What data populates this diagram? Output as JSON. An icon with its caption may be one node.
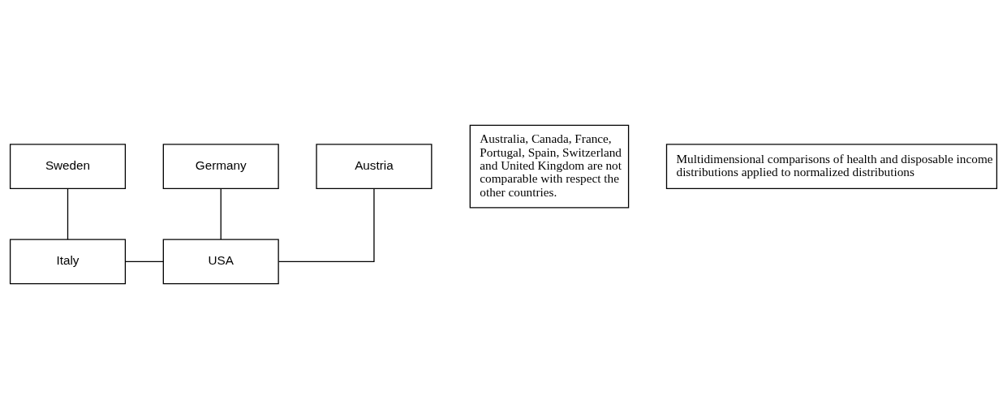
{
  "diagram": {
    "nodes": [
      {
        "text": [
          "Sweden"
        ]
      },
      {
        "text": [
          "Germany"
        ]
      },
      {
        "text": [
          "Austria"
        ]
      },
      {
        "text": [
          "Italy"
        ]
      },
      {
        "text": [
          "USA"
        ]
      },
      {
        "text": [
          "Australia, Canada, France, Portugal, Spain, Switzerland and United Kingdom are not comparable with respect the other countries."
        ]
      },
      {
        "text": [
          "Multidimensional comparisons of health and disposable income distributions applied to normalized distributions"
        ]
      }
    ],
    "edges": [
      {
        "from": 0,
        "to": 3,
        "arrow": "none"
      },
      {
        "from": 3,
        "to": 4,
        "arrow": "none"
      },
      {
        "from": 1,
        "to": 4,
        "arrow": "none"
      },
      {
        "from": 2,
        "to": 4,
        "arrow": "none"
      }
    ]
  }
}
